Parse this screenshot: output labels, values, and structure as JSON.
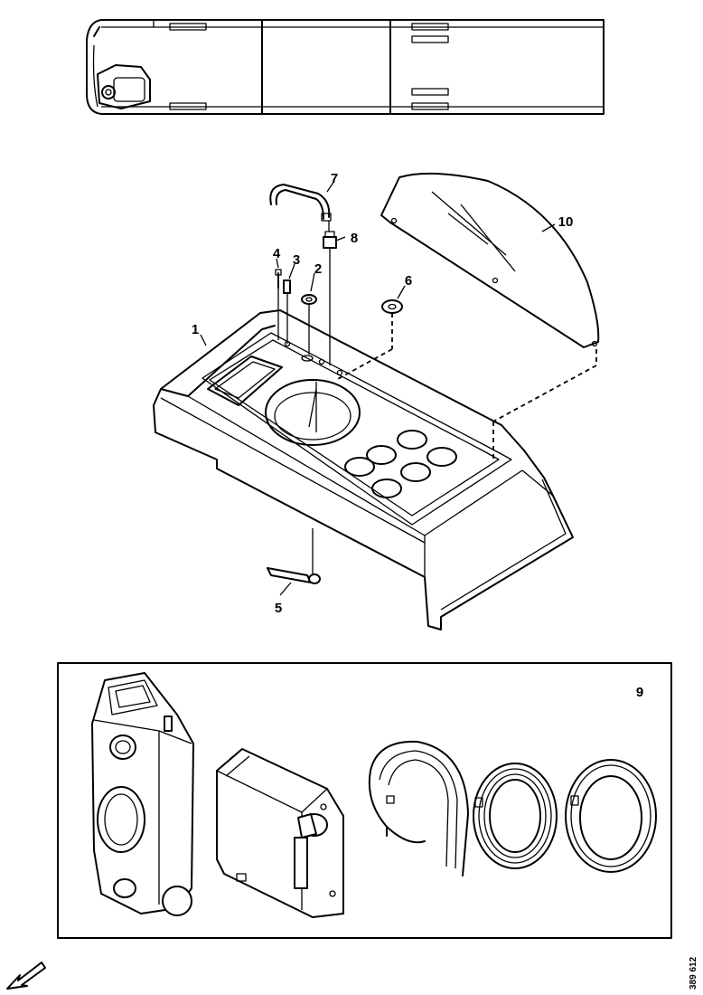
{
  "callouts": {
    "c1": "1",
    "c2": "2",
    "c3": "3",
    "c4": "4",
    "c5": "5",
    "c6": "6",
    "c7": "7",
    "c8": "8",
    "c9": "9",
    "c10": "10"
  },
  "document_ref": "389 612",
  "icons": {
    "direction": "arrow-icon"
  }
}
